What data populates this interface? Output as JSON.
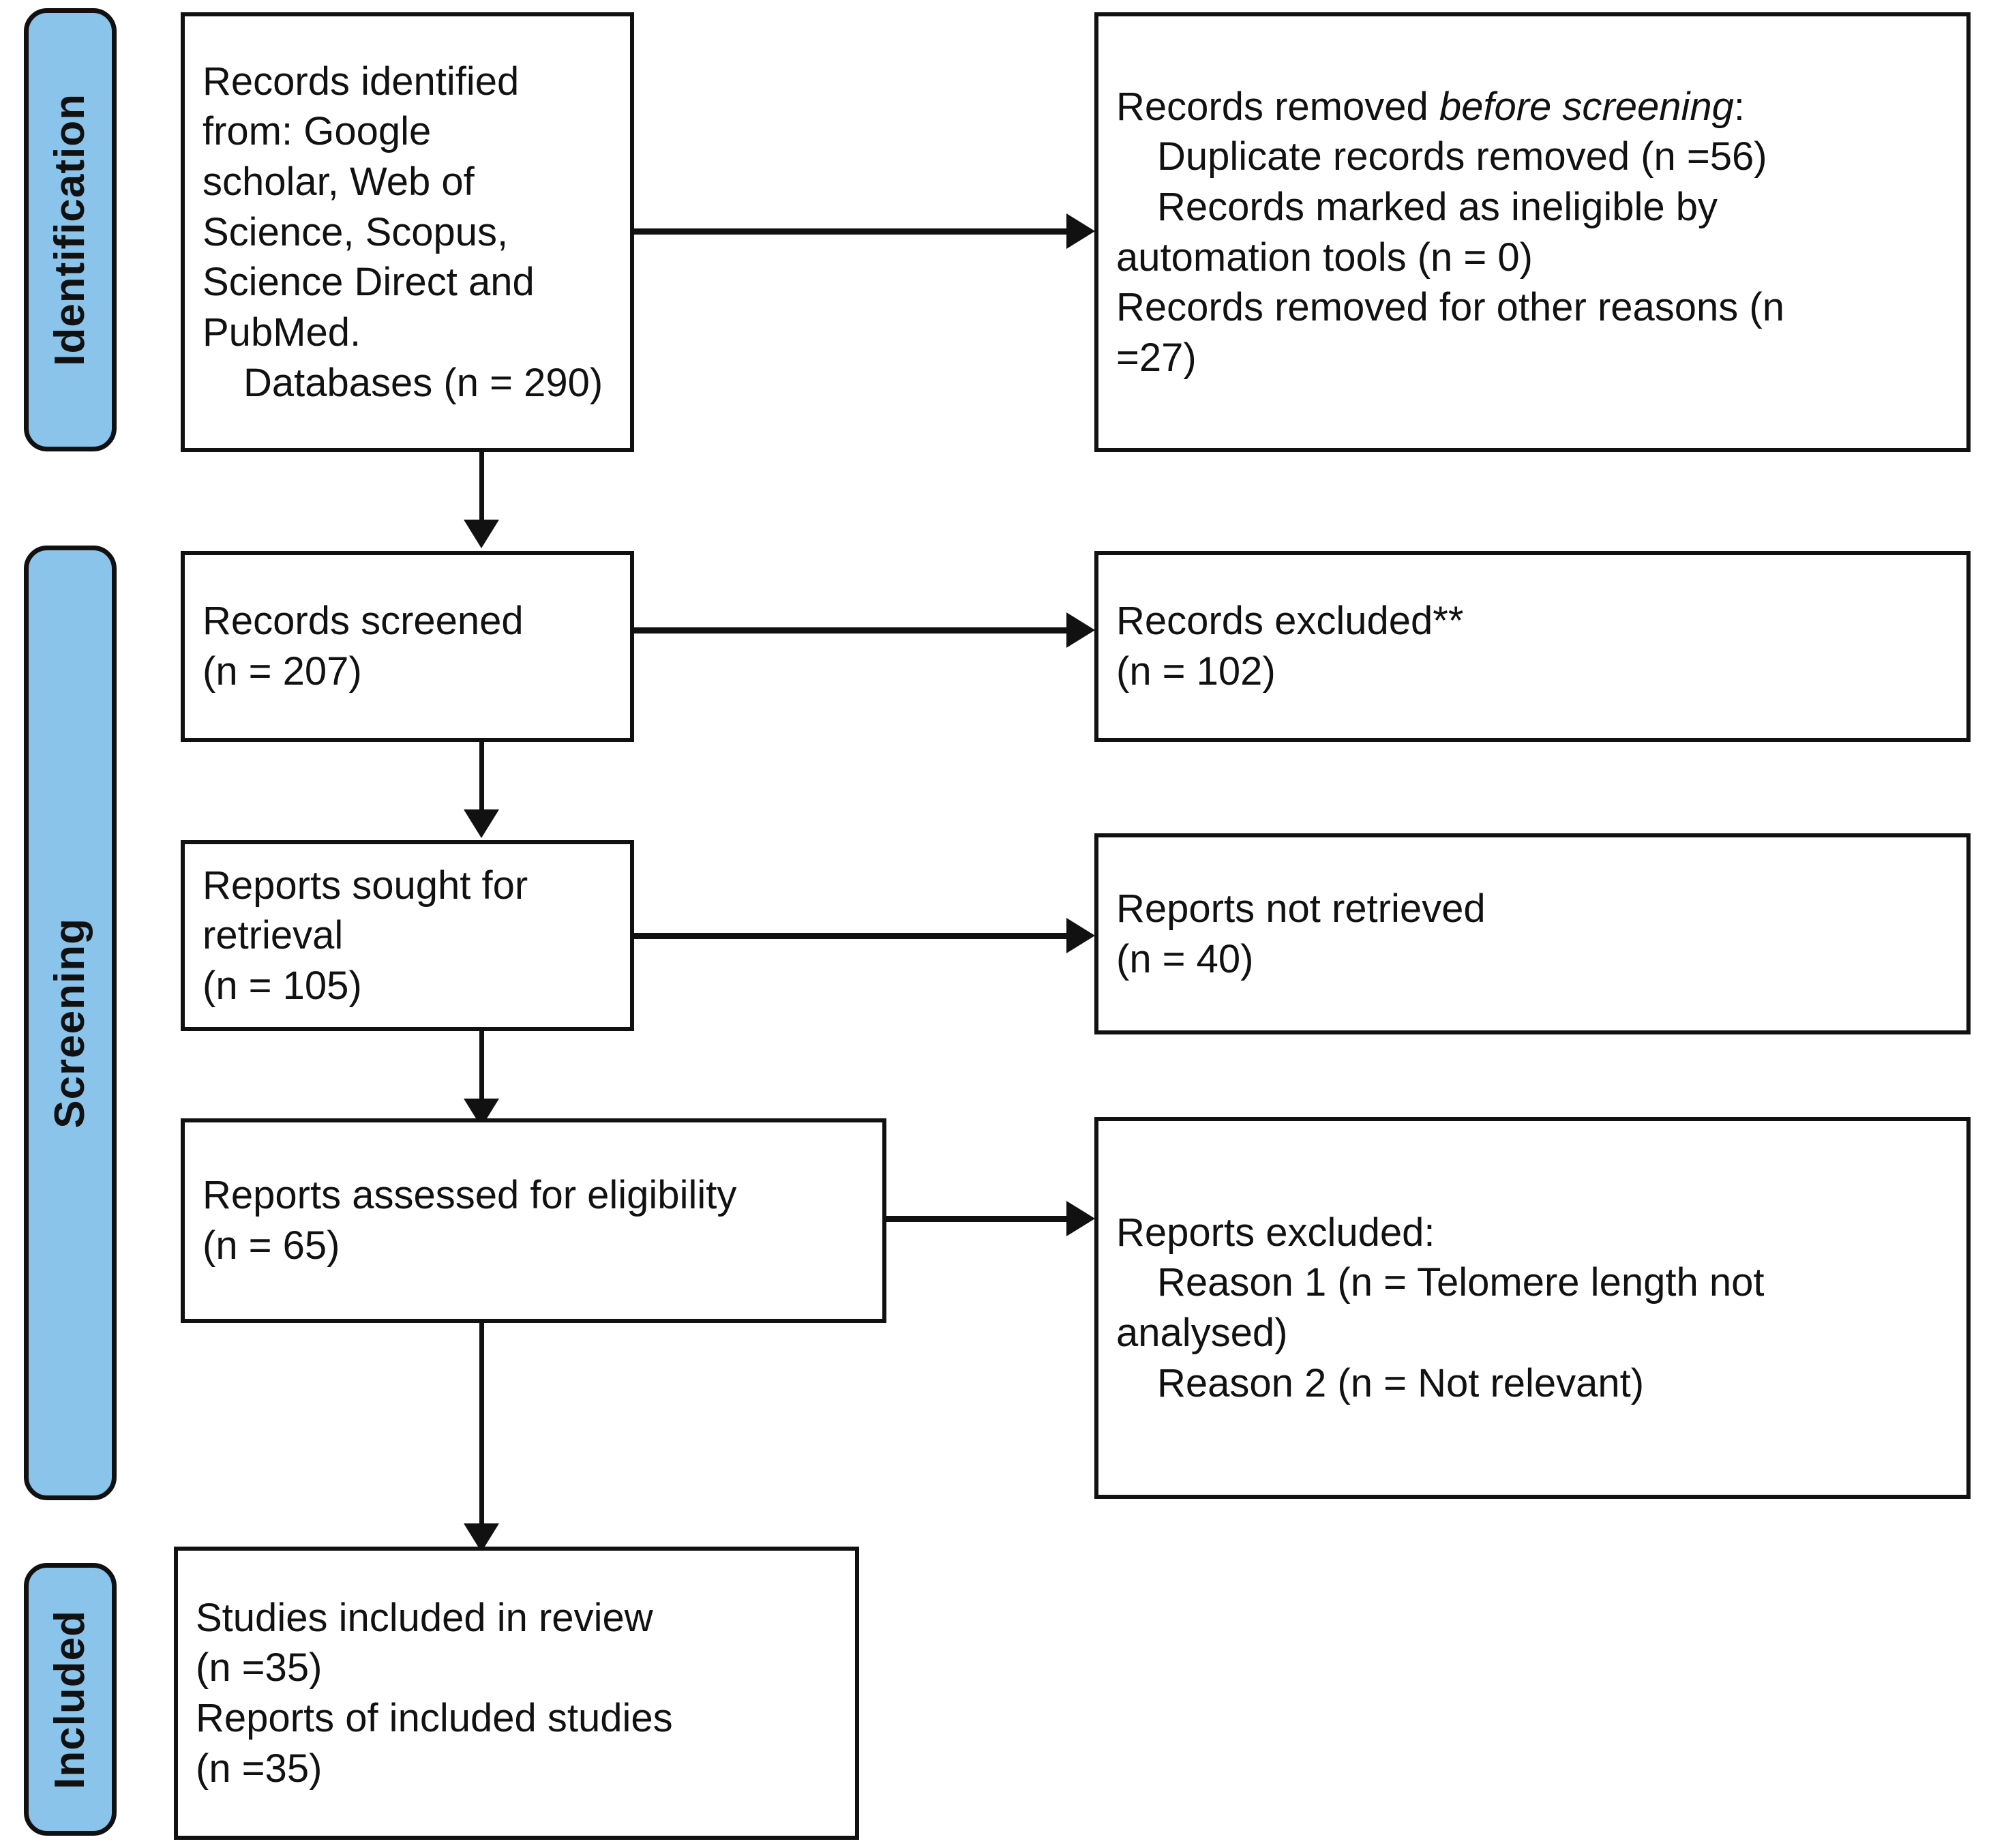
{
  "diagram": {
    "title": "PRISMA 2020 flow diagram",
    "accent_color": "#8AC4EA",
    "border_color": "#111111",
    "background_color": "#FFFFFF"
  },
  "stages": [
    {
      "id": "identification",
      "label": "Identification"
    },
    {
      "id": "screening",
      "label": "Screening"
    },
    {
      "id": "included",
      "label": "Included"
    }
  ],
  "boxes": {
    "records_identified": {
      "lines": [
        "Records identified from: Google",
        "scholar, Web of Science, Scopus,",
        "Science Direct and PubMed.",
        "Databases (n = 290)"
      ]
    },
    "records_removed_before_screening": {
      "heading_prefix": "Records removed ",
      "heading_italic": "before screening",
      "heading_suffix": ":",
      "items": [
        "Duplicate records removed (n =56)",
        "Records marked as ineligible by",
        "automation tools (n = 0)",
        "Records removed for other reasons (n",
        "=27)"
      ]
    },
    "records_screened": {
      "label": "Records screened",
      "count": "(n = 207)"
    },
    "records_excluded": {
      "label": "Records excluded**",
      "count": "(n = 102)"
    },
    "reports_sought": {
      "label": "Reports sought for retrieval",
      "count": "(n = 105)"
    },
    "reports_not_retrieved": {
      "label": "Reports not retrieved",
      "count": "(n = 40)"
    },
    "reports_assessed": {
      "label": "Reports assessed for eligibility",
      "count": "(n = 65)"
    },
    "reports_excluded": {
      "heading": "Reports excluded:",
      "items": [
        "Reason 1 (n = Telomere length not",
        "analysed)",
        "Reason 2 (n = Not relevant)"
      ]
    },
    "studies_included": {
      "label": "Studies included in review",
      "count": "(n =35)",
      "reports_label": "Reports of included studies",
      "reports_count": "(n =35)"
    }
  }
}
